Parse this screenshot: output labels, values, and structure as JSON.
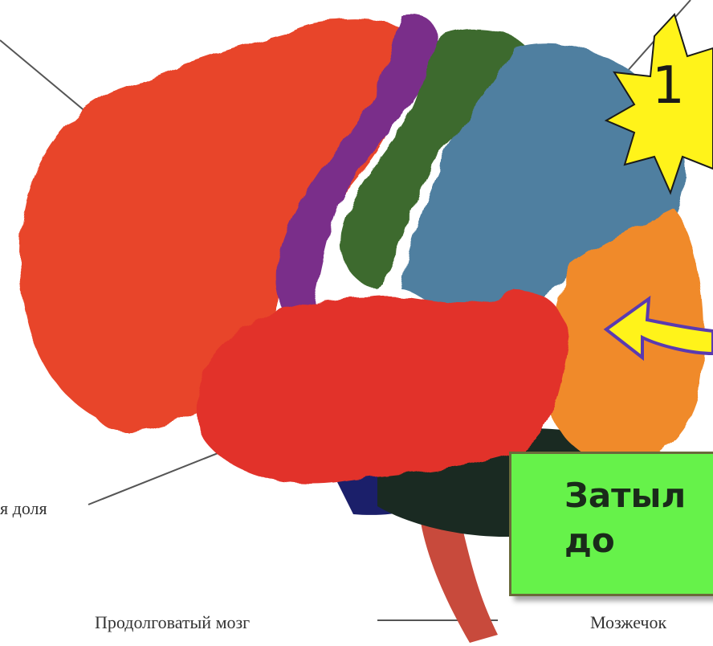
{
  "image": {
    "subject": "brain-lateral-view",
    "labels": {
      "temporal_lobe_fragment": "я доля",
      "medulla": "Продолговатый мозг",
      "cerebellum_fragment": "Мозжечок"
    },
    "badge": {
      "text": "1",
      "icon": "starburst-icon",
      "color": "#fff31a"
    },
    "arrow": {
      "icon": "curved-arrow-icon",
      "color": "#fff31a"
    },
    "callout": {
      "text": "Затыл\nдо",
      "color": "#66f24a"
    },
    "colors": {
      "frontal": "#e8452c",
      "motor": "#7a2d8a",
      "sensory": "#3e6b2e",
      "parietal": "#4f7fa0",
      "occipital": "#f08a2c",
      "temporal": "#e2332a",
      "cerebellum": "#1a2a22",
      "brainstem": "#c84a3c"
    }
  }
}
